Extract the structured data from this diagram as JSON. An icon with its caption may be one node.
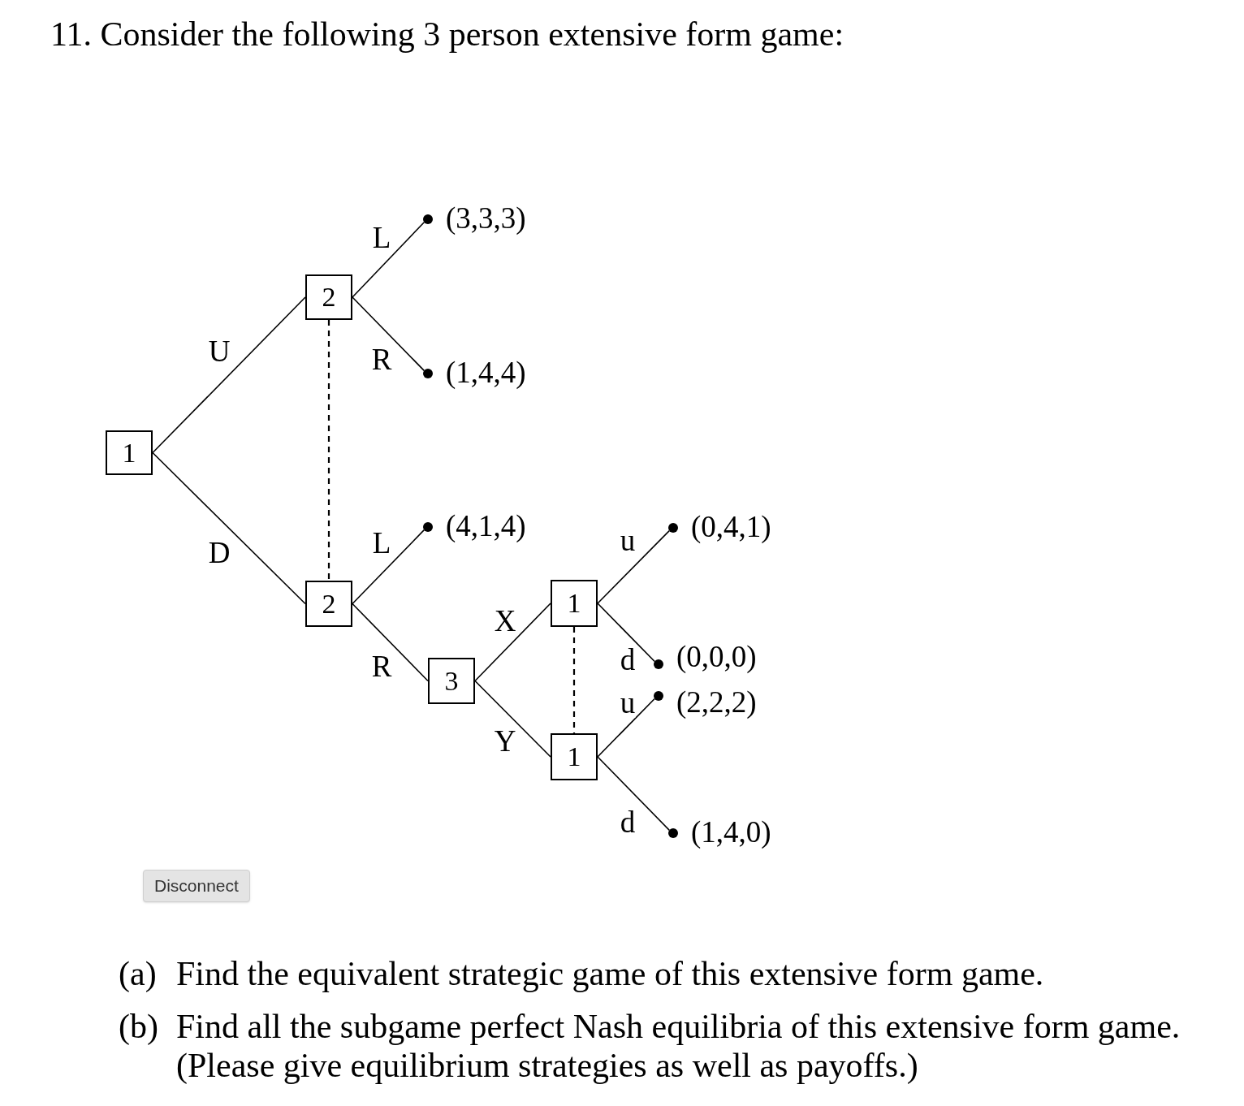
{
  "diagram": {
    "title": "11. Consider the following 3 person extensive form game:",
    "nodes": [
      {
        "text": [
          "1"
        ]
      },
      {
        "text": [
          "2"
        ]
      },
      {
        "text": [
          "2"
        ]
      },
      {
        "text": [],
        "shape": "circle",
        "beside": [
          "(3,3,3)"
        ]
      },
      {
        "text": [],
        "shape": "circle",
        "beside": [
          "(1,4,4)"
        ]
      },
      {
        "text": [],
        "shape": "circle",
        "beside": [
          "(4,1,4)"
        ]
      },
      {
        "text": [
          "3"
        ]
      },
      {
        "text": [
          "1"
        ]
      },
      {
        "text": [
          "1"
        ]
      },
      {
        "text": [],
        "shape": "circle",
        "beside": [
          "(0,4,1)"
        ]
      },
      {
        "text": [],
        "shape": "circle",
        "beside": [
          "(0,0,0)"
        ]
      },
      {
        "text": [],
        "shape": "circle",
        "beside": [
          "(2,2,2)"
        ]
      },
      {
        "text": [],
        "shape": "circle",
        "beside": [
          "(1,4,0)"
        ]
      }
    ],
    "edges": [
      {
        "from": 0,
        "to": 1,
        "arrow": "none",
        "label": "U"
      },
      {
        "from": 0,
        "to": 2,
        "arrow": "none",
        "label": "D"
      },
      {
        "from": 1,
        "to": 3,
        "arrow": "none",
        "label": "L"
      },
      {
        "from": 1,
        "to": 4,
        "arrow": "none",
        "label": "R"
      },
      {
        "from": 2,
        "to": 5,
        "arrow": "none",
        "label": "L"
      },
      {
        "from": 2,
        "to": 6,
        "arrow": "none",
        "label": "R"
      },
      {
        "from": 6,
        "to": 7,
        "arrow": "none",
        "label": "X"
      },
      {
        "from": 6,
        "to": 8,
        "arrow": "none",
        "label": "Y"
      },
      {
        "from": 7,
        "to": 9,
        "arrow": "none",
        "label": "u"
      },
      {
        "from": 7,
        "to": 10,
        "arrow": "none",
        "label": "d"
      },
      {
        "from": 8,
        "to": 11,
        "arrow": "none",
        "label": "u"
      },
      {
        "from": 8,
        "to": 12,
        "arrow": "none",
        "label": "d"
      },
      {
        "from": 1,
        "to": 2,
        "arrow": "none",
        "style": "dashed"
      },
      {
        "from": 7,
        "to": 8,
        "arrow": "none",
        "style": "dashed"
      }
    ],
    "labels": [
      "Disconnect",
      "(a)",
      "Find the equivalent strategic game of this extensive form game.",
      "(b)",
      "Find all the subgame perfect Nash equilibria of this extensive form game. (Please give equilibrium strategies as well as payoffs.)"
    ]
  }
}
